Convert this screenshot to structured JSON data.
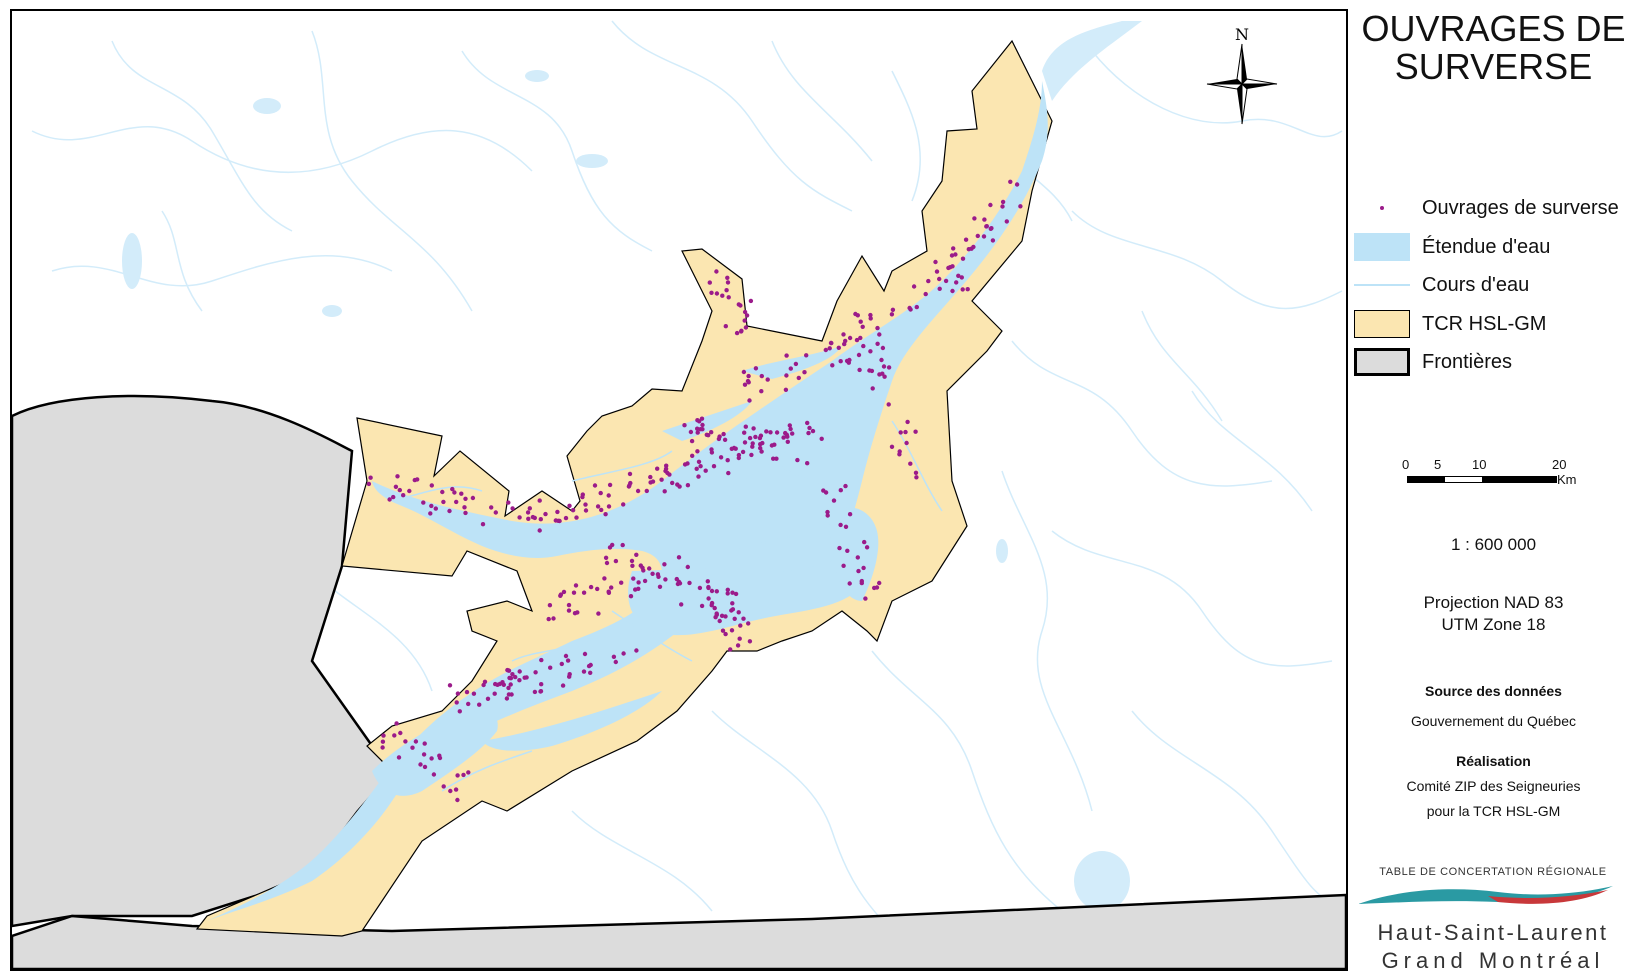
{
  "title": {
    "line1": "OUVRAGES DE",
    "line2": "SURVERSE"
  },
  "north_arrow": {
    "label": "N"
  },
  "legend": {
    "items": [
      {
        "label": "Ouvrages de surverse",
        "symbol": "point",
        "color": "#9b1b8a"
      },
      {
        "label": "Étendue d'eau",
        "symbol": "fill",
        "color": "#bde3f7"
      },
      {
        "label": "Cours d'eau",
        "symbol": "line",
        "color": "#bde3f7"
      },
      {
        "label": "TCR HSL-GM",
        "symbol": "fill",
        "color": "#fbe6b1"
      },
      {
        "label": "Frontières",
        "symbol": "fill-bold",
        "color": "#dcdcdc"
      }
    ]
  },
  "scale_bar": {
    "ticks": [
      "0",
      "5",
      "10",
      "20"
    ],
    "unit": "Km"
  },
  "scale": "1 : 600 000",
  "projection": {
    "line1": "Projection NAD 83",
    "line2": "UTM Zone 18"
  },
  "source": {
    "heading": "Source des données",
    "text": "Gouvernement du Québec"
  },
  "credits": {
    "heading": "Réalisation",
    "line1": "Comité ZIP des Seigneuries",
    "line2": "pour la TCR HSL-GM"
  },
  "logo": {
    "top_text": "TABLE DE CONCERTATION RÉGIONALE",
    "line1": "Haut-Saint-Laurent",
    "line2": "Grand Montréal"
  },
  "colors": {
    "region_fill": "#fbe6b1",
    "water": "#bde3f7",
    "boundary_fill": "#dcdcdc",
    "points": "#9b1b8a",
    "logo_teal": "#2a9aa3",
    "logo_red": "#c8383a"
  }
}
